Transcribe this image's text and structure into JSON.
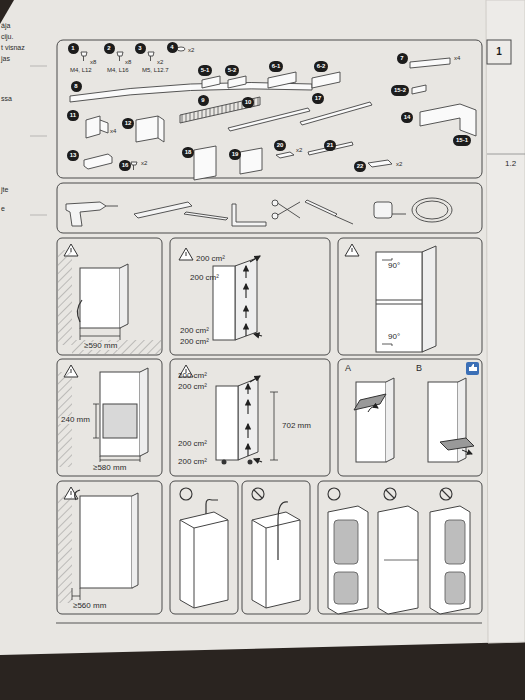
{
  "diagram": {
    "nodes": [
      {
        "text": [
          "1"
        ]
      },
      {
        "text": [
          "2"
        ]
      },
      {
        "text": [
          "3"
        ]
      },
      {
        "text": [
          "4"
        ]
      },
      {
        "text": [
          "5-1"
        ]
      },
      {
        "text": [
          "5-2"
        ]
      },
      {
        "text": [
          "6-1"
        ]
      },
      {
        "text": [
          "6-2"
        ]
      },
      {
        "text": [
          "7"
        ]
      },
      {
        "text": [
          "8"
        ]
      },
      {
        "text": [
          "9"
        ]
      },
      {
        "text": [
          "10"
        ]
      },
      {
        "text": [
          "17"
        ]
      },
      {
        "text": [
          "15-2"
        ]
      },
      {
        "text": [
          "11"
        ]
      },
      {
        "text": [
          "12"
        ]
      },
      {
        "text": [
          "14"
        ]
      },
      {
        "text": [
          "15-1"
        ]
      },
      {
        "text": [
          "13"
        ]
      },
      {
        "text": [
          "16"
        ]
      },
      {
        "text": [
          "18"
        ]
      },
      {
        "text": [
          "19"
        ]
      },
      {
        "text": [
          "20"
        ]
      },
      {
        "text": [
          "21"
        ]
      },
      {
        "text": [
          "22"
        ]
      },
      {
        "text": [
          "1"
        ]
      }
    ],
    "labels": [
      "ája",
      "ciju.",
      "t visnaz",
      "jas",
      "ssa",
      "jte",
      "e",
      "x8",
      "M4, L12",
      "x8",
      "M4, L16",
      "x2",
      "M5, L12.7",
      "x2",
      "x4",
      "x4",
      "x2",
      "x2",
      "x2",
      "1.2",
      "≥590 mm",
      "200 cm²",
      "200 cm²",
      "200 cm²",
      "200 cm²",
      "90°",
      "90°",
      "240 mm",
      "≥580 mm",
      "200 cm²",
      "200 cm²",
      "702 mm",
      "200 cm²",
      "200 cm²",
      "A",
      "B",
      "≥560 mm"
    ]
  }
}
